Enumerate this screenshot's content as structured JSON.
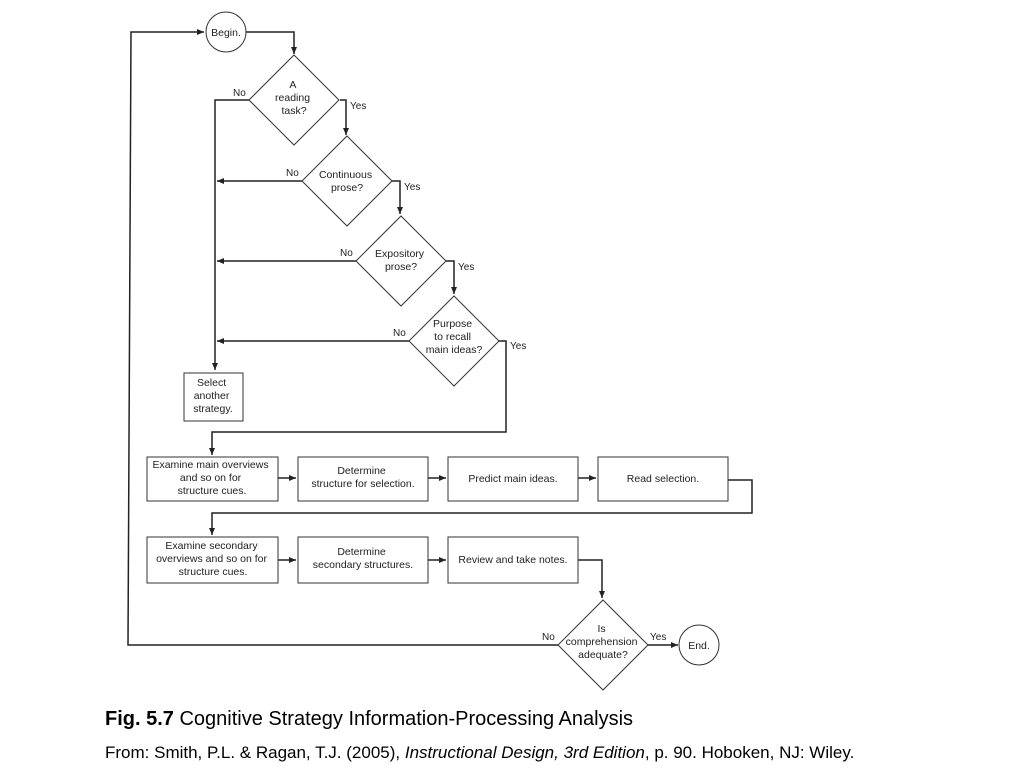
{
  "nodes": {
    "begin": [
      "Begin."
    ],
    "reading_task": [
      "A",
      "reading",
      "task?"
    ],
    "continuous_prose": [
      "Continuous",
      "prose?"
    ],
    "expository_prose": [
      "Expository",
      "prose?"
    ],
    "purpose_recall": [
      "Purpose",
      "to recall",
      "main ideas?"
    ],
    "select_another": [
      "Select",
      "another",
      "strategy."
    ],
    "examine_main": [
      "Examine main overviews",
      "and so on for",
      "structure cues."
    ],
    "determine_structure": [
      "Determine",
      "structure for selection."
    ],
    "predict_main": [
      "Predict main ideas."
    ],
    "read_selection": [
      "Read selection."
    ],
    "examine_secondary": [
      "Examine secondary",
      "overviews and so on for",
      "structure cues."
    ],
    "determine_secondary": [
      "Determine",
      "secondary structures."
    ],
    "review_notes": [
      "Review and take notes."
    ],
    "comprehension": [
      "Is",
      "comprehension",
      "adequate?"
    ],
    "end": [
      "End."
    ]
  },
  "branch_labels": {
    "yes": "Yes",
    "no": "No"
  },
  "caption": {
    "fig_number": "Fig. 5.7",
    "title": "Cognitive Strategy Information-Processing Analysis"
  },
  "source": {
    "prefix": "From: Smith, P.L. & Ragan, T.J. (2005), ",
    "book": "Instructional Design, 3rd Edition",
    "suffix": ", p. 90. Hoboken, NJ: Wiley."
  }
}
